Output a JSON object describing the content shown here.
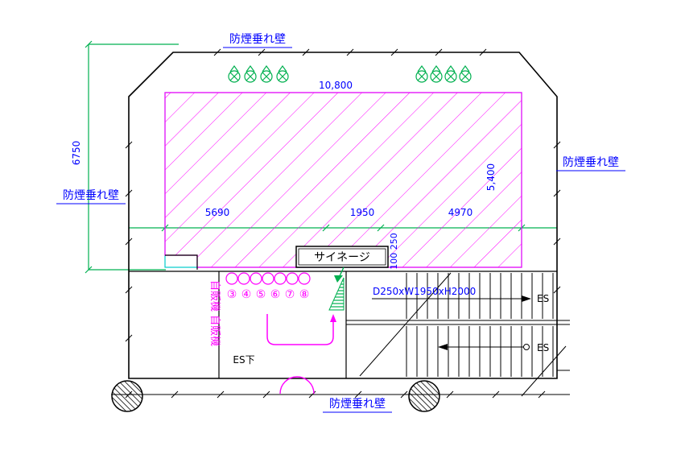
{
  "drawing": {
    "labels": {
      "smoke_wall_top": "防煙垂れ壁",
      "smoke_wall_left": "防煙垂れ壁",
      "smoke_wall_right": "防煙垂れ壁",
      "smoke_wall_bottom": "防煙垂れ壁",
      "signage": "サイネージ",
      "signage_size": "D250xW1950xH2000",
      "es_upper": "ES",
      "es_lower": "ES",
      "es_below": "ES下",
      "vending": "自販機 自販機"
    },
    "dimensions": {
      "left_height": "6750",
      "top_width": "10,800",
      "right_height": "5,400",
      "seg_left": "5690",
      "seg_mid": "1950",
      "seg_right": "4970",
      "signage_offset": "100 250"
    },
    "numbers": [
      "③",
      "④",
      "⑤",
      "⑥",
      "⑦",
      "⑧"
    ],
    "colors": {
      "dimension_text": "#0000ff",
      "hatch": "#ff00ff",
      "guide": "#00b050",
      "area_border": "#00cccc",
      "outline": "#000000"
    }
  }
}
